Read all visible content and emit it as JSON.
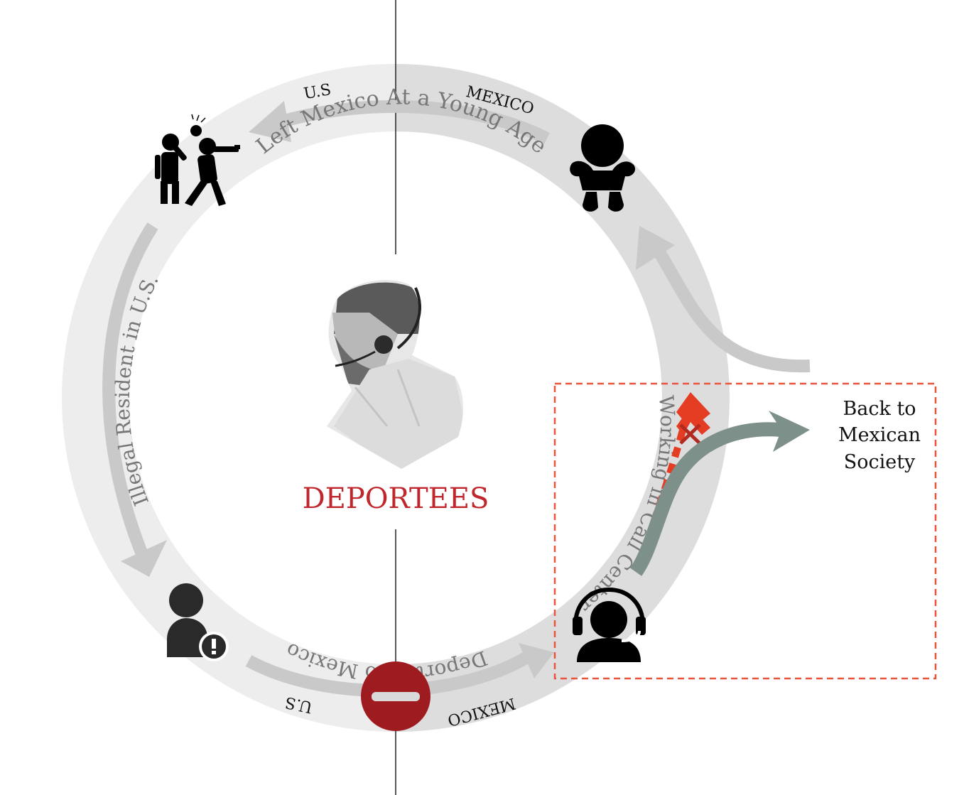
{
  "center": {
    "title": "DEPORTEES"
  },
  "cycle_labels": {
    "left_mexico": "Left Mexico At a Young Age",
    "illegal_resident": "Illegal Resident in U.S.",
    "deported": "Deported to Mexico",
    "call_center": "Working in Call Center"
  },
  "region_labels": {
    "top_us": "U.S",
    "top_mexico": "MEXICO",
    "bottom_us": "U.S",
    "bottom_mexico": "MEXICO"
  },
  "side_box": {
    "lines": [
      "Back to",
      "Mexican",
      "Society"
    ]
  },
  "icons": {
    "baby": "baby-icon",
    "violence": "violence-icon",
    "illegal_person": "person-alert-icon",
    "call_center": "headset-agent-icon",
    "no_entry": "no-entry-icon",
    "portrait": "headset-man-portrait"
  },
  "colors": {
    "ring_us": "#e9e9e9",
    "ring_mexico": "#dcdcdc",
    "arrow_gray": "#c9c9c9",
    "title_red": "#c0272d",
    "no_entry_red": "#9e1b20",
    "dashed_box": "#e8553d",
    "back_arrow": "#7d918a",
    "dashed_arrow": "#e43d24"
  }
}
